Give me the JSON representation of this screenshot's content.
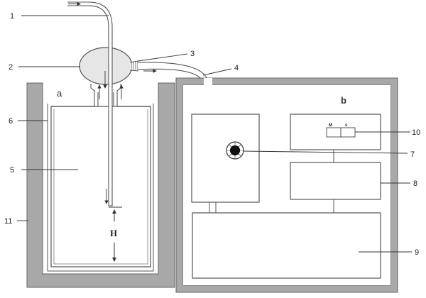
{
  "labels": {
    "l1": "1",
    "l2": "2",
    "l3": "3",
    "l4": "4",
    "l5": "5",
    "l6": "6",
    "l7": "7",
    "l8": "8",
    "l9": "9",
    "l10": "10",
    "l11": "11"
  },
  "sections": {
    "a": "a",
    "b": "b"
  },
  "dimension": {
    "height": "H"
  },
  "indicator": {
    "m": "M",
    "s": "s"
  },
  "colors": {
    "wall": "#a8a8a8",
    "line": "#444444",
    "background": "#ffffff"
  }
}
